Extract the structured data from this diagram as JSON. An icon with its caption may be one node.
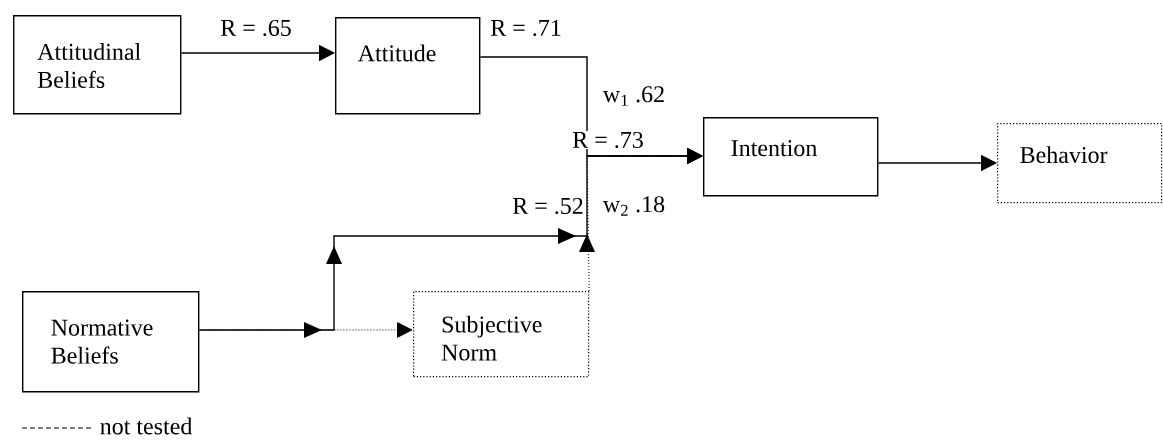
{
  "diagram": {
    "nodes": [
      {
        "text": [
          "Attitudinal Beliefs"
        ]
      },
      {
        "text": [
          "Attitude"
        ]
      },
      {
        "text": [
          "Intention"
        ]
      },
      {
        "text": [
          "Behavior"
        ]
      },
      {
        "text": [
          "Normative Beliefs"
        ]
      },
      {
        "text": [
          "Subjective Norm"
        ]
      }
    ],
    "edges": [
      {
        "from": 0,
        "to": 1,
        "arrow": "to",
        "label": "R = .65"
      },
      {
        "from": 1,
        "to": 2,
        "arrow": "to",
        "label": "R = .71"
      },
      {
        "from": 4,
        "to": 2,
        "arrow": "to",
        "label": "R = .52"
      },
      {
        "from": 4,
        "to": 5,
        "arrow": "to",
        "style": "dashed"
      },
      {
        "from": 5,
        "to": 2,
        "arrow": "to",
        "style": "dashed"
      },
      {
        "from": 2,
        "to": 3,
        "arrow": "to"
      }
    ],
    "labels": [
      "w$_{1}$ .62",
      "R = .73",
      "w$_{2}$ .18"
    ],
    "legend": [
      {
        "text": "not tested"
      }
    ]
  }
}
